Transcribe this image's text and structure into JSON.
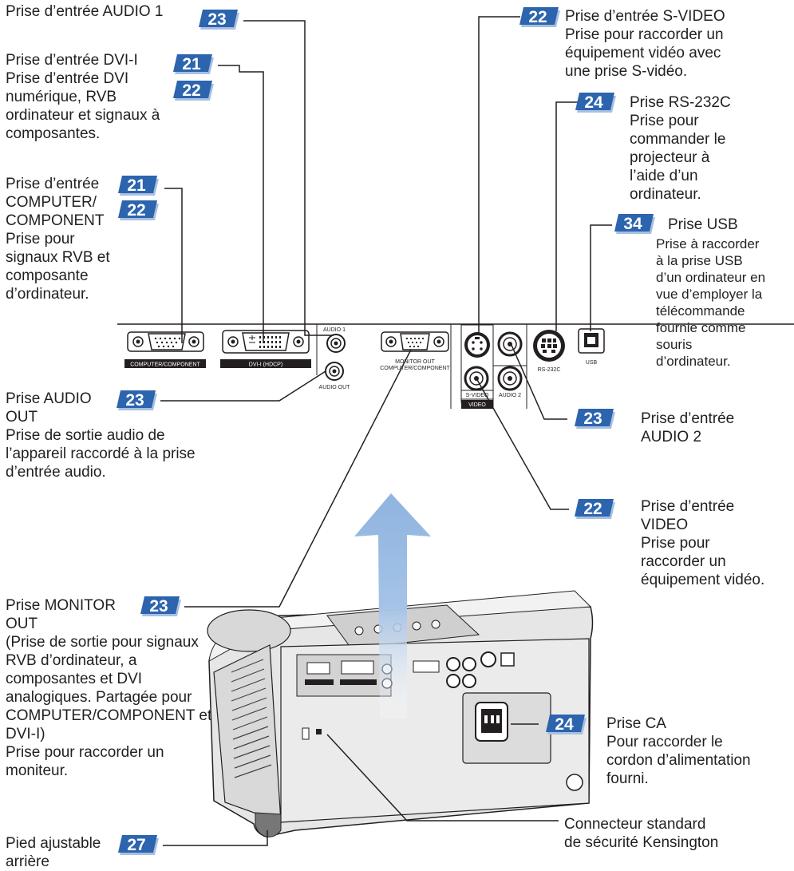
{
  "colors": {
    "badge": "#2c64ae",
    "badge_shadow": "#a8bfe0",
    "arrow": "#a4c3e7",
    "line": "#231f20"
  },
  "callouts": {
    "audio1": {
      "title": "Prise d’entrée AUDIO 1",
      "page": "23"
    },
    "dvi": {
      "title": "Prise d’entrée DVI-I",
      "pages": [
        "21",
        "22"
      ],
      "desc": [
        "Prise d’entrée DVI",
        "numérique, RVB",
        "ordinateur et signaux à",
        "composantes."
      ]
    },
    "computer": {
      "title": [
        "Prise d’entrée",
        "COMPUTER/",
        "COMPONENT"
      ],
      "pages": [
        "21",
        "22"
      ],
      "desc": [
        "Prise pour",
        "signaux RVB et",
        "composante",
        "d’ordinateur."
      ]
    },
    "audioout": {
      "title": [
        "Prise AUDIO",
        "OUT"
      ],
      "page": "23",
      "desc": [
        "Prise de sortie audio de",
        "l’appareil raccordé à la prise",
        "d’entrée audio."
      ]
    },
    "monitor": {
      "title": [
        "Prise MONITOR",
        "OUT"
      ],
      "page": "23",
      "desc": [
        "(Prise de sortie pour signaux",
        "RVB d’ordinateur, a",
        "composantes et DVI",
        "analogiques. Partagée pour",
        "COMPUTER/COMPONENT et",
        "DVI-I)",
        "Prise pour raccorder un",
        "moniteur."
      ]
    },
    "foot": {
      "title": [
        "Pied ajustable",
        "arrière"
      ],
      "page": "27"
    },
    "svideo": {
      "title": "Prise d’entrée S-VIDEO",
      "page": "22",
      "desc": [
        "Prise pour raccorder un",
        "équipement vidéo avec",
        "une prise S-vidéo."
      ]
    },
    "rs232c": {
      "title": "Prise RS-232C",
      "page": "24",
      "desc": [
        "Prise pour",
        "commander le",
        "projecteur à",
        "l’aide d’un",
        "ordinateur."
      ]
    },
    "usb": {
      "title": "Prise USB",
      "page": "34",
      "desc": [
        "Prise à raccorder",
        "à la prise USB",
        "d’un ordinateur en",
        "vue d’employer la",
        "télécommande",
        "fournie comme",
        "souris",
        "d’ordinateur."
      ]
    },
    "audio2": {
      "title": [
        "Prise d’entrée",
        "AUDIO 2"
      ],
      "page": "23"
    },
    "video": {
      "title": [
        "Prise d’entrée",
        "VIDEO"
      ],
      "page": "22",
      "desc": [
        "Prise pour",
        "raccorder un",
        "équipement vidéo."
      ]
    },
    "ac": {
      "title": "Prise CA",
      "page": "24",
      "desc": [
        "Pour raccorder le",
        "cordon d’alimentation",
        "fourni."
      ]
    },
    "kensington": {
      "title": [
        "Connecteur standard",
        "de sécurité Kensington"
      ]
    }
  },
  "panel_labels": {
    "computer_component": "COMPUTER/COMPONENT",
    "dvi_hdcp": "DVI-I (HDCP)",
    "audio1": "AUDIO 1",
    "audio_out": "AUDIO OUT",
    "monitor_out_1": "MONITOR OUT",
    "monitor_out_2": "COMPUTER/COMPONENT",
    "svideo": "S-VIDEO",
    "video": "VIDEO",
    "audio2": "AUDIO 2",
    "rs232c": "RS-232C",
    "usb": "USB"
  }
}
